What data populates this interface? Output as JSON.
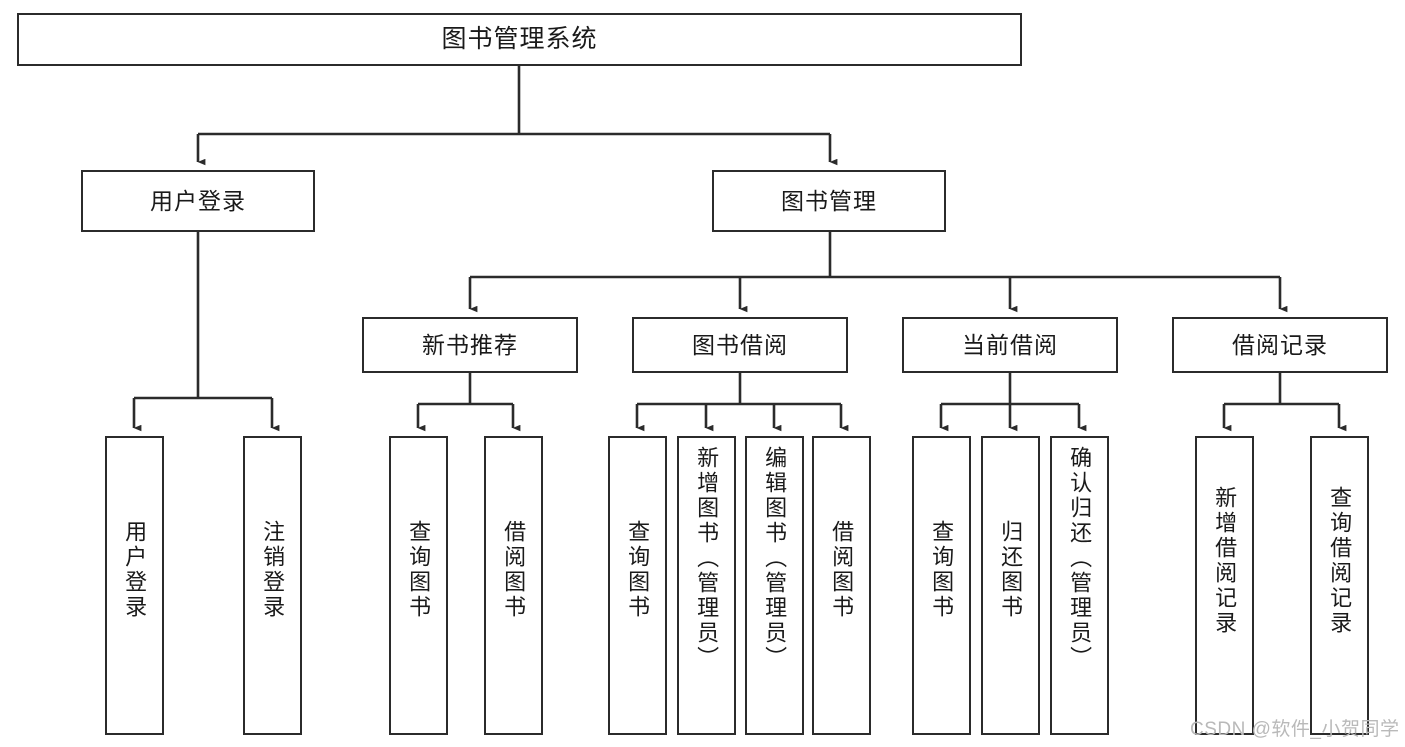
{
  "diagram": {
    "title": "图书管理系统",
    "type": "tree-hierarchy",
    "levels": {
      "root": {
        "label": "图书管理系统"
      },
      "level2": [
        {
          "label": "用户登录"
        },
        {
          "label": "图书管理"
        }
      ],
      "level3": [
        {
          "label": "新书推荐"
        },
        {
          "label": "图书借阅"
        },
        {
          "label": "当前借阅"
        },
        {
          "label": "借阅记录"
        }
      ],
      "leaves": {
        "user_login": [
          {
            "label": "用户登录"
          },
          {
            "label": "注销登录"
          }
        ],
        "new_book_recommend": [
          {
            "label": "查询图书"
          },
          {
            "label": "借阅图书"
          }
        ],
        "book_borrow": [
          {
            "label": "查询图书"
          },
          {
            "label": "新增图书（管理员）"
          },
          {
            "label": "编辑图书（管理员）"
          },
          {
            "label": "借阅图书"
          }
        ],
        "current_borrow": [
          {
            "label": "查询图书"
          },
          {
            "label": "归还图书"
          },
          {
            "label": "确认归还（管理员）"
          }
        ],
        "borrow_record": [
          {
            "label": "新增借阅记录"
          },
          {
            "label": "查询借阅记录"
          }
        ]
      }
    },
    "watermark": "CSDN @软件_小贺同学",
    "colors": {
      "stroke": "#2b2b2b",
      "fill": "#ffffff",
      "text": "#1a1a1a",
      "watermark": "#b9b9b9"
    }
  }
}
